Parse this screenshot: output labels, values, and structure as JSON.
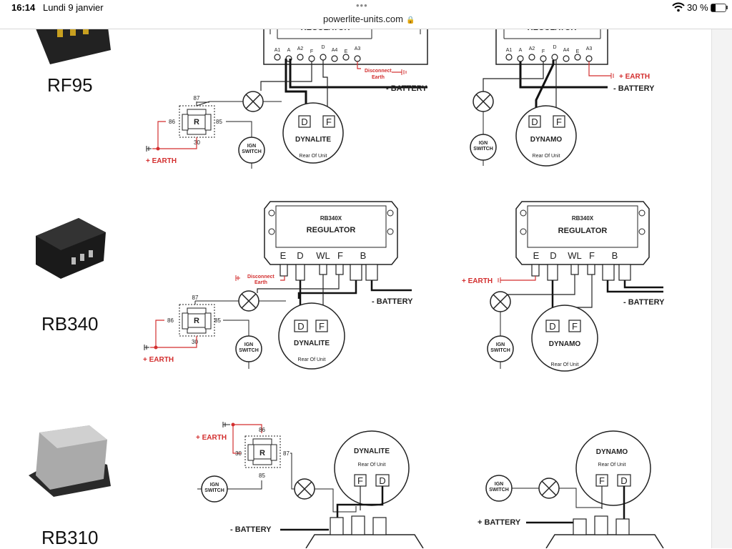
{
  "status_bar": {
    "time": "16:14",
    "date": "Lundi 9 janvier",
    "dots": "•••",
    "url": "powerlite-units.com",
    "battery_percent": "30 %",
    "battery_level": 0.3
  },
  "rows": [
    {
      "label": "RF95"
    },
    {
      "label": "RB340"
    },
    {
      "label": "RB310"
    }
  ],
  "diagrams": {
    "regulator_title": "REGULATOR",
    "rb340x_code": "RB340X",
    "rf95_terminals": [
      "A1",
      "A",
      "A2",
      "F",
      "D",
      "A4",
      "E",
      "A3"
    ],
    "rb340_terminals": [
      "E",
      "D",
      "WL",
      "F",
      "B"
    ],
    "dynalite": "DYNALITE",
    "dynamo": "DYNAMO",
    "rear_of_unit": "Rear Of Unit",
    "terminal_d": "D",
    "terminal_f": "F",
    "minus_battery": "- BATTERY",
    "plus_battery": "+ BATTERY",
    "plus_earth": "+ EARTH",
    "disconnect_earth_line1": "Disconnect",
    "disconnect_earth_line2": "Earth",
    "ign": "IGN",
    "switch": "SWITCH",
    "relay_r": "R",
    "pin_87": "87",
    "pin_86": "86",
    "pin_85": "85",
    "pin_30": "30"
  },
  "colors": {
    "red": "#d32f2f",
    "line": "#222222"
  }
}
